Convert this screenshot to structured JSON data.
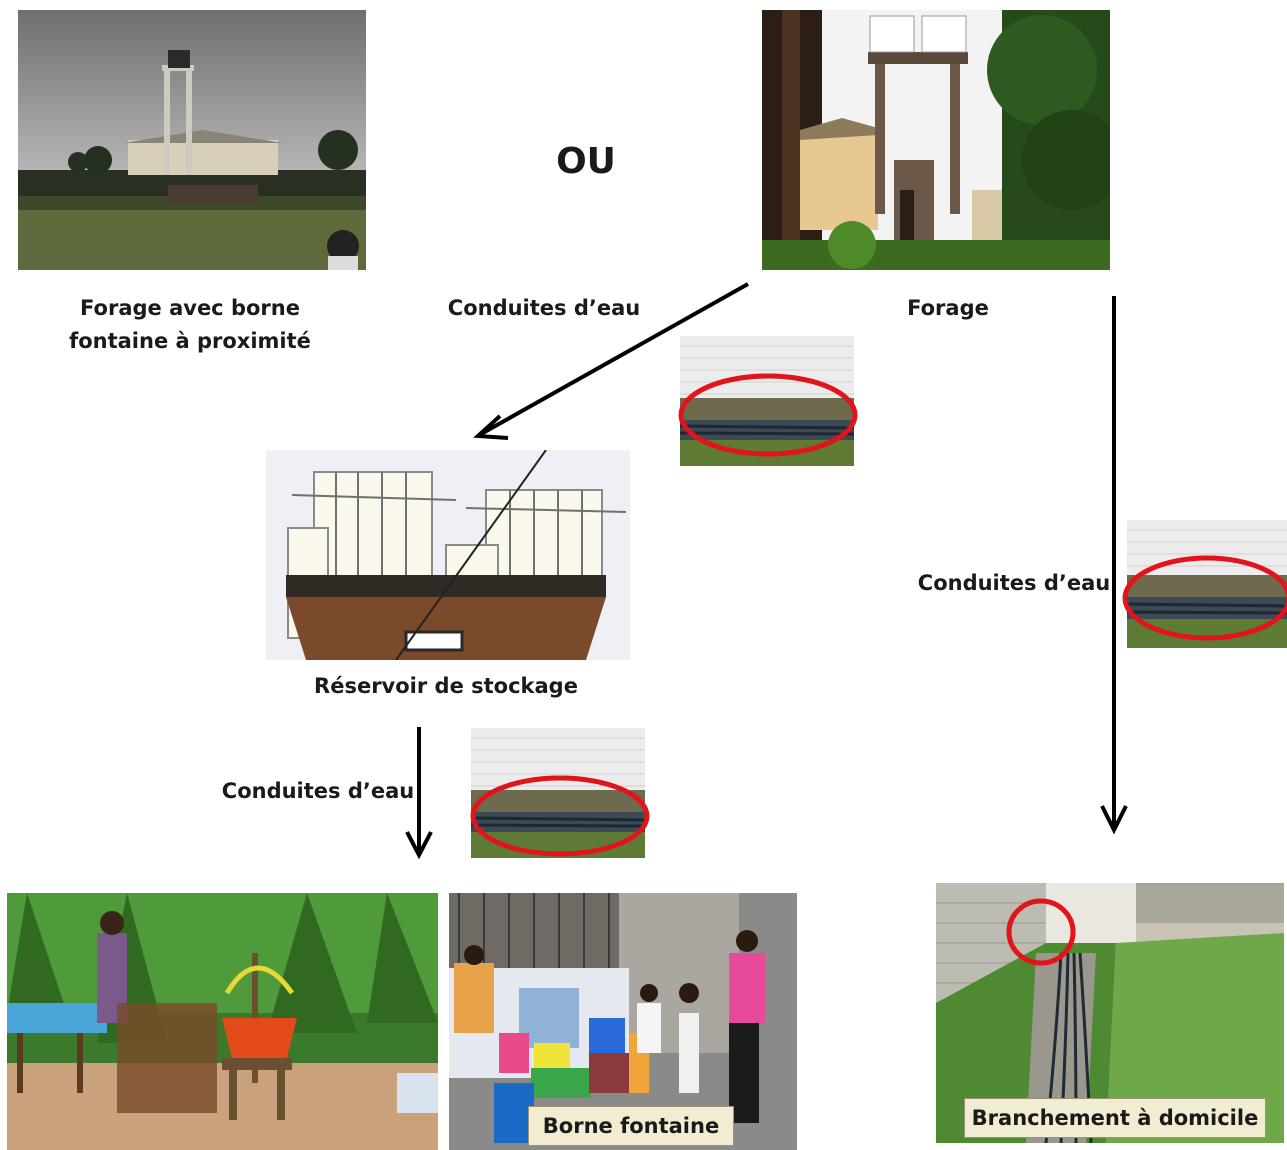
{
  "labels": {
    "ou": "OU",
    "forage_borne_line1": "Forage avec  borne",
    "forage_borne_line2": "fontaine à proximité",
    "forage": "Forage",
    "conduites_top": "Conduites d’eau",
    "conduites_right": "Conduites d’eau",
    "conduites_left": "Conduites d’eau",
    "reservoir": "Réservoir de stockage",
    "borne_fontaine": "Borne fontaine",
    "branchement": "Branchement à domicile"
  },
  "colors": {
    "highlight_circle": "#e0141a",
    "arrow": "#000000",
    "caption_box": "#f2ecd2"
  },
  "photos": [
    "forage-with-standpipe-photo",
    "forage-tower-photo",
    "pipe-photo-top",
    "reservoir-tanks-photo",
    "pipe-photo-right",
    "pipe-photo-middle",
    "garden-tap-photo",
    "standpipe-crowd-photo",
    "home-connection-photo"
  ]
}
